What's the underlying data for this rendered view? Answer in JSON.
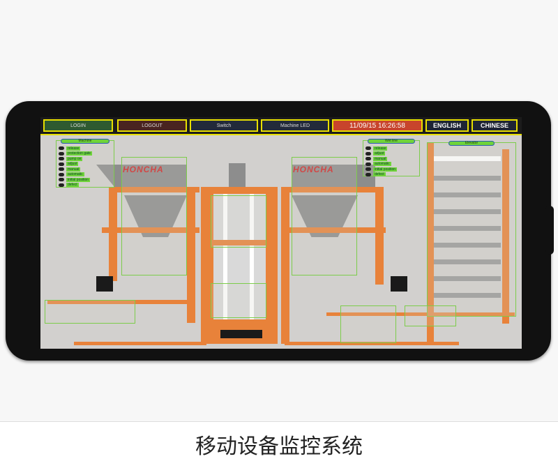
{
  "topbar": {
    "login": "LOGIN",
    "logout": "LOGOUT",
    "switch": "Switch",
    "machine_led": "Machine LED",
    "datetime": "11/09/15 16:26:58",
    "english": "ENGLISH",
    "chinese": "CHINESE"
  },
  "brand": "HONCHA",
  "machine_panel": {
    "title": "Machine",
    "items": [
      "release",
      "protection gate",
      "pump on",
      "adjust",
      "manual",
      "automatic",
      "initial position",
      "defect"
    ]
  },
  "wet_line_panel": {
    "title": "Wet line",
    "items": [
      "release",
      "adjust",
      "manual",
      "automatic",
      "initial position",
      "defect"
    ]
  },
  "elevator_panel": {
    "title": "Elevator"
  },
  "caption": "移动设备监控系统",
  "colors": {
    "frame": "#e8823a",
    "indicator": "#6fd33a",
    "date_bg": "#c8442c",
    "highlight": "#e8e000"
  }
}
